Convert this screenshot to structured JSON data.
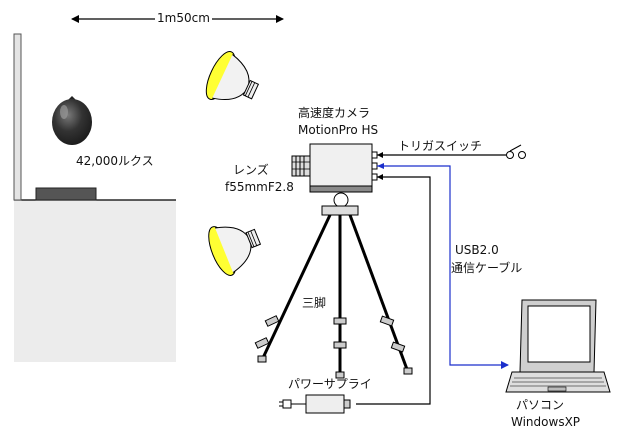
{
  "colors": {
    "lamp_yellow": "#ffff33",
    "usb_cable": "#1b2fcc",
    "table": "#ededed",
    "camera_body": "#f0f0f0",
    "balloon": "#333333"
  },
  "labels": {
    "distance": "1m50cm",
    "lux": "42,000ルクス",
    "camera_name": "高速度カメラ",
    "camera_model": "MotionPro HS",
    "lens_title": "レンズ",
    "lens_spec": "f55mmF2.8",
    "trigger": "トリガスイッチ",
    "usb_line1": "USB2.0",
    "usb_line2": "通信ケーブル",
    "tripod": "三脚",
    "power": "パワーサプライ",
    "pc_line1": "パソコン",
    "pc_line2": "WindowsXP"
  }
}
